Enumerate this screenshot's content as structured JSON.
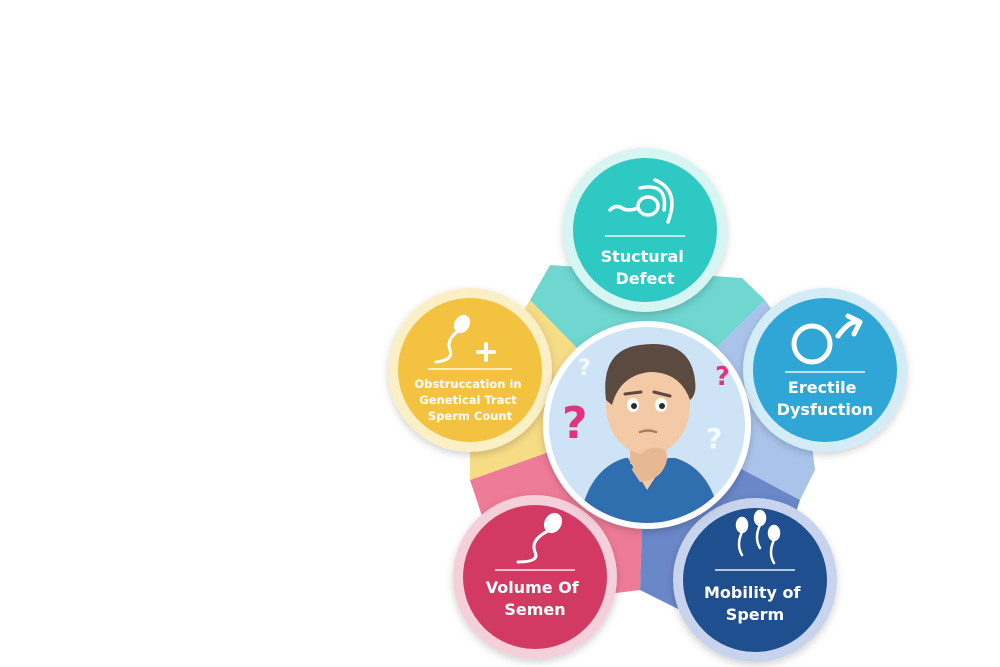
{
  "colors": {
    "top": "#2ec9c3",
    "right": "#2fa6d6",
    "bottom_right": "#1f4f8f",
    "bottom_left": "#d23a63",
    "left": "#f2c240",
    "question_mark": "#e0357d"
  },
  "nodes": [
    {
      "id": "top",
      "icon": "sperm-icon",
      "lines": [
        "Stuctural",
        "Defect"
      ]
    },
    {
      "id": "right",
      "icon": "male-symbol-icon",
      "lines": [
        "Erectile",
        "Dysfuction"
      ]
    },
    {
      "id": "bottom_right",
      "icon": "multiple-sperm-icon",
      "lines": [
        "Mobility of",
        "Sperm"
      ]
    },
    {
      "id": "bottom_left",
      "icon": "sperm-icon",
      "lines": [
        "Volume Of",
        "Semen"
      ]
    },
    {
      "id": "left",
      "icon": "sperm-plus-icon",
      "lines": [
        "Obstruccation in",
        "Genetical Tract",
        "Sperm Count"
      ]
    }
  ],
  "center": {
    "icon": "confused-man-icon"
  }
}
